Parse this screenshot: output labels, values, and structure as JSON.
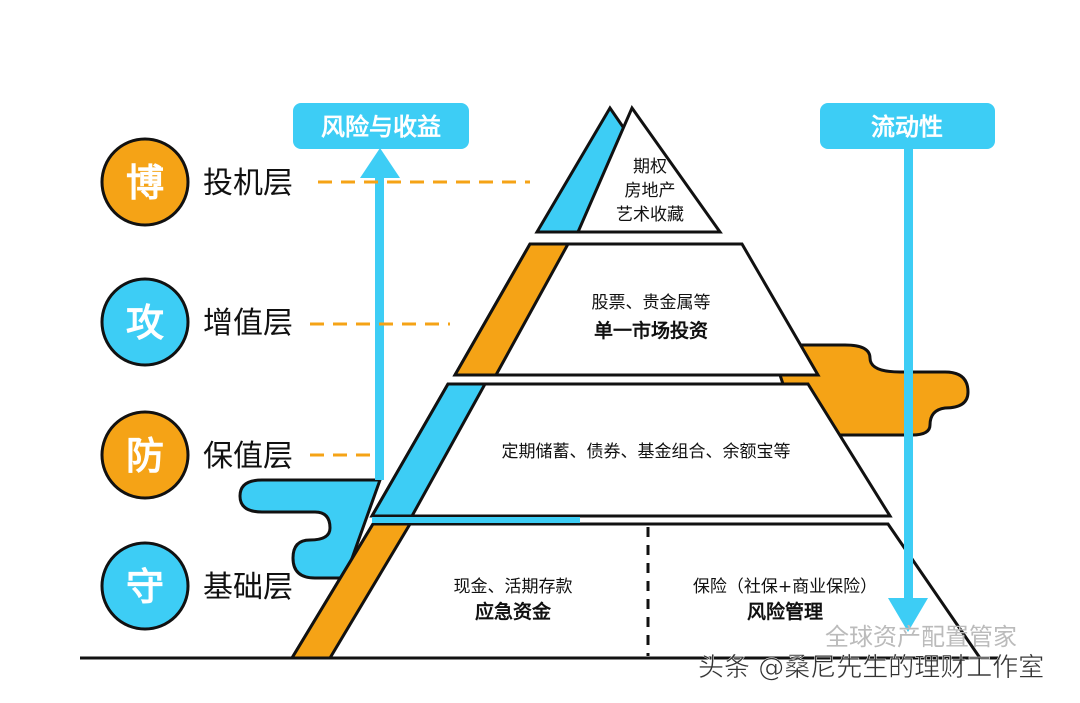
{
  "colors": {
    "orange": "#F5A316",
    "cyan": "#3DCDF5",
    "black": "#111111",
    "white": "#ffffff"
  },
  "badges": {
    "risk_return": "风险与收益",
    "liquidity": "流动性"
  },
  "layers": [
    {
      "char": "博",
      "name": "投机层",
      "color": "orange"
    },
    {
      "char": "攻",
      "name": "增值层",
      "color": "cyan"
    },
    {
      "char": "防",
      "name": "保值层",
      "color": "orange"
    },
    {
      "char": "守",
      "name": "基础层",
      "color": "cyan"
    }
  ],
  "tiers": {
    "top": {
      "line1": "期权",
      "line2": "房地产",
      "line3": "艺术收藏"
    },
    "second": {
      "line1": "股票、贵金属等",
      "line2": "单一市场投资"
    },
    "third": {
      "line1": "定期储蓄、债券、基金组合、余额宝等"
    },
    "base_left": {
      "line1": "现金、活期存款",
      "line2": "应急资金"
    },
    "base_right": {
      "line1": "保险（社保+商业保险）",
      "line2": "风险管理"
    }
  },
  "watermark": {
    "wechat": "全球资产配置管家",
    "toutiao": "头条 @桑尼先生的理财工作室"
  }
}
